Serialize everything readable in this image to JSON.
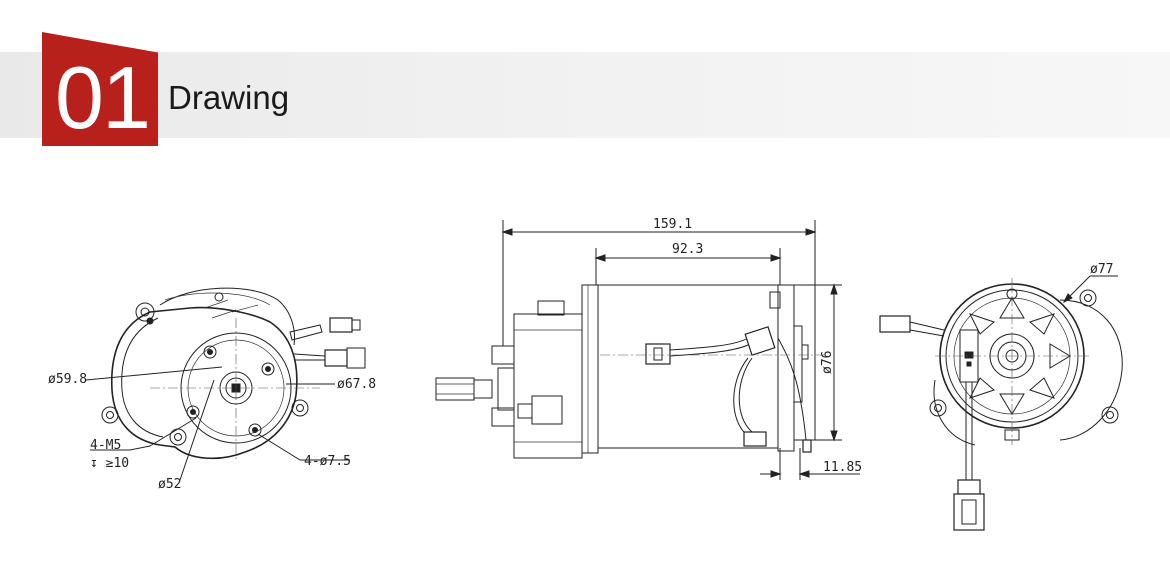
{
  "header": {
    "number": "01",
    "title": "Drawing",
    "accent_color": "#b8201c"
  },
  "drawing": {
    "left_view": {
      "dim_bolt_circle_outer": "ø59.8",
      "dim_flange": "ø67.8",
      "dim_threads_line1": "4-M5",
      "dim_threads_line2": "↧ ≥10",
      "dim_pilot": "ø52",
      "dim_holes": "4-ø7.5"
    },
    "side_view": {
      "dim_overall_length": "159.1",
      "dim_body_length": "92.3",
      "dim_diameter": "ø76",
      "dim_end_cap": "11.85"
    },
    "right_view": {
      "dim_diameter": "ø77"
    }
  }
}
